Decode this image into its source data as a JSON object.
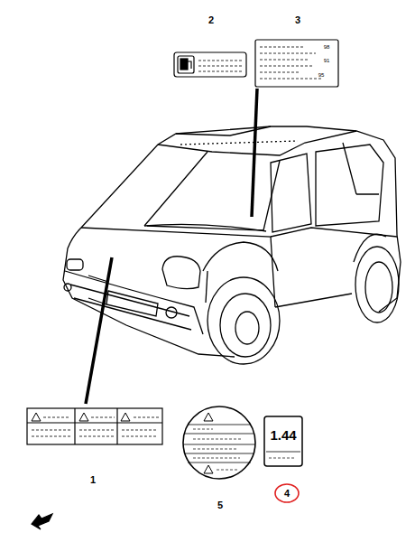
{
  "diagram": {
    "nodes": [
      {
        "text": [
          "1.44"
        ]
      }
    ],
    "labels": [
      "2",
      "3",
      "98",
      "91",
      "95",
      "1",
      "5",
      "4"
    ]
  }
}
